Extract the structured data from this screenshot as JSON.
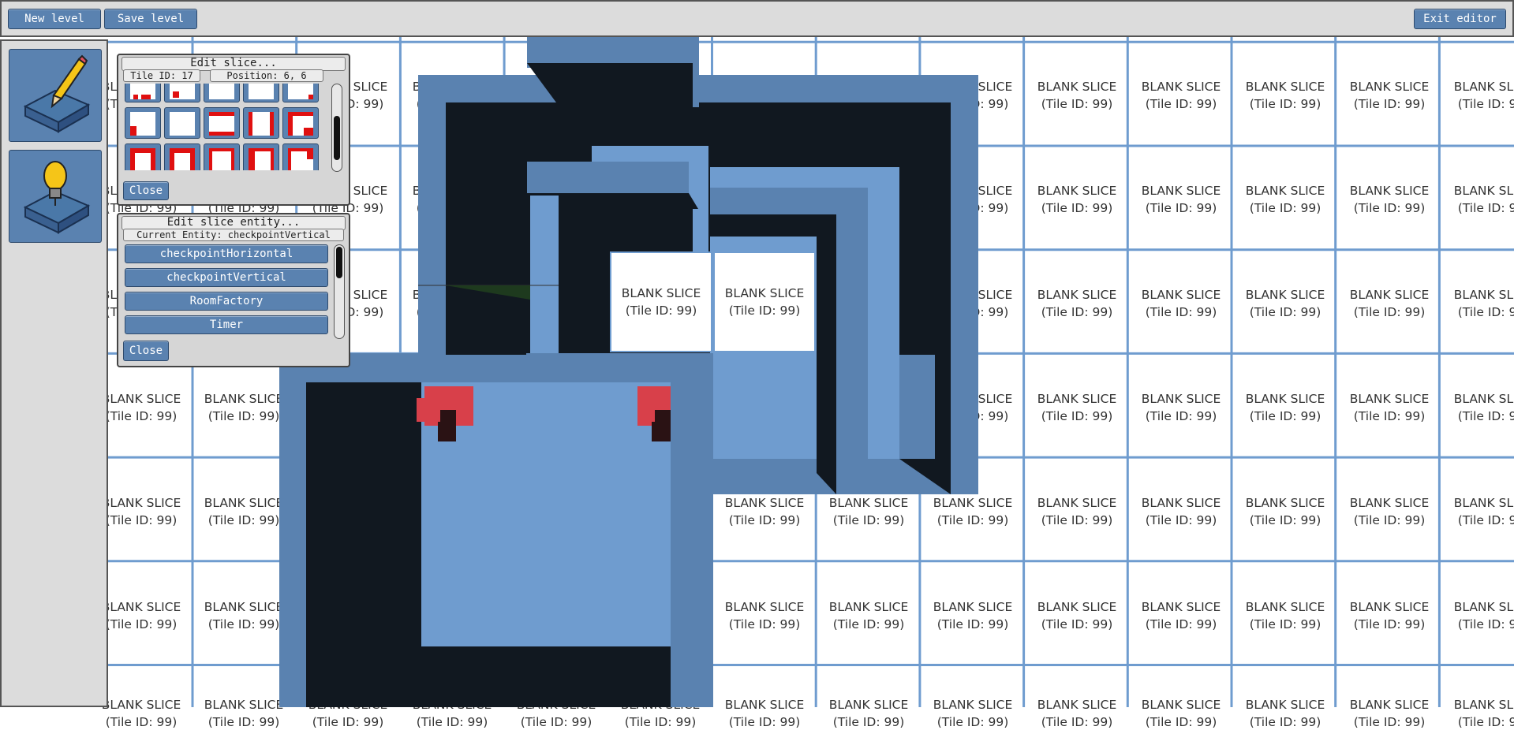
{
  "toolbar": {
    "new_level": "New level",
    "save_level": "Save level",
    "exit_editor": "Exit editor"
  },
  "tools": [
    {
      "name": "edit-tool",
      "icon": "pencil-on-tile-icon"
    },
    {
      "name": "entity-tool",
      "icon": "lightbulb-on-tile-icon"
    }
  ],
  "grid": {
    "cell_title": "BLANK SLICE",
    "cell_subtitle": "(Tile ID: 99)"
  },
  "edit_slice_panel": {
    "title": "Edit slice...",
    "tile_id": "Tile ID: 17",
    "position": "Position: 6, 6",
    "close": "Close"
  },
  "edit_entity_panel": {
    "title": "Edit slice entity...",
    "current_entity": "Current Entity: checkpointVertical",
    "entities": [
      "checkpointHorizontal",
      "checkpointVertical",
      "RoomFactory",
      "Timer"
    ],
    "close": "Close"
  },
  "colors": {
    "accent": "#5a82b0",
    "wall_dark": "#111820",
    "floor_light": "#6f9ccf",
    "checkpoint_red": "#d8404a"
  }
}
